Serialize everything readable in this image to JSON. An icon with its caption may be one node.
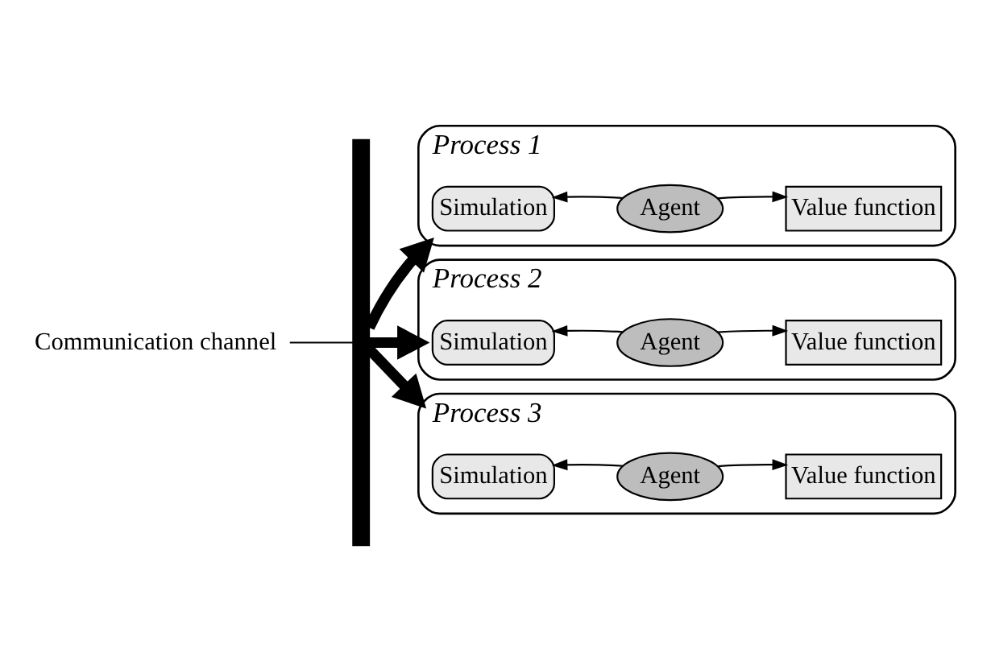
{
  "diagram": {
    "nodes": [
      {
        "text": [
          "Communication channel"
        ]
      },
      {
        "text": [],
        "shape": "bar"
      },
      {
        "text": [
          "Process 1"
        ]
      },
      {
        "text": [
          "Simulation"
        ],
        "in": 2
      },
      {
        "text": [
          "Agent"
        ],
        "in": 2
      },
      {
        "text": [
          "Value function"
        ],
        "in": 2
      },
      {
        "text": [
          "Process 2"
        ]
      },
      {
        "text": [
          "Simulation"
        ],
        "in": 6
      },
      {
        "text": [
          "Agent"
        ],
        "in": 6
      },
      {
        "text": [
          "Value function"
        ],
        "in": 6
      },
      {
        "text": [
          "Process 3"
        ]
      },
      {
        "text": [
          "Simulation"
        ],
        "in": 10
      },
      {
        "text": [
          "Agent"
        ],
        "in": 10
      },
      {
        "text": [
          "Value function"
        ],
        "in": 10
      }
    ],
    "edges": [
      {
        "from": 0,
        "to": 1,
        "arrow": "none"
      },
      {
        "from": 1,
        "to": 2,
        "arrow": "to",
        "style": "thick"
      },
      {
        "from": 1,
        "to": 6,
        "arrow": "to",
        "style": "thick"
      },
      {
        "from": 1,
        "to": 10,
        "arrow": "to",
        "style": "thick"
      },
      {
        "from": 4,
        "to": 3,
        "arrow": "to"
      },
      {
        "from": 4,
        "to": 5,
        "arrow": "to"
      },
      {
        "from": 8,
        "to": 7,
        "arrow": "to"
      },
      {
        "from": 8,
        "to": 9,
        "arrow": "to"
      },
      {
        "from": 12,
        "to": 11,
        "arrow": "to"
      },
      {
        "from": 12,
        "to": 13,
        "arrow": "to"
      }
    ]
  }
}
